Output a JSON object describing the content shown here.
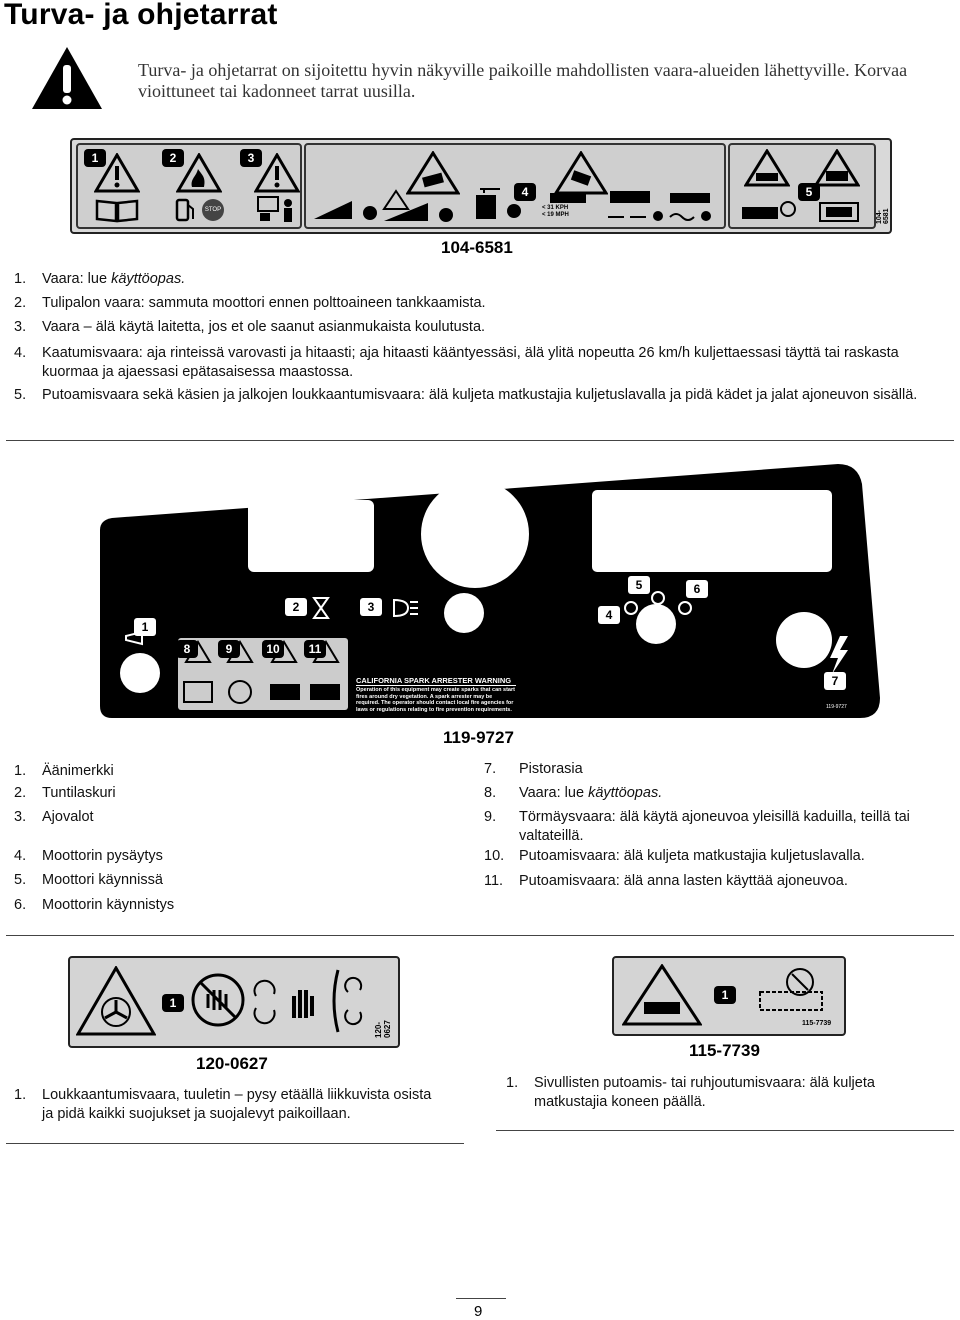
{
  "page_title": "Turva- ja ohjetarrat",
  "intro_text": "Turva- ja ohjetarrat on sijoitettu hyvin näkyville paikoille mahdollisten vaara-alueiden lähettyville. Korvaa vioittuneet tai kadonneet tarrat uusilla.",
  "decal1": {
    "code": "104-6581",
    "small_code": "104-6581",
    "speed_kph": "< 31 KPH",
    "speed_mph": "< 19 MPH",
    "badges": [
      "1",
      "2",
      "3",
      "4",
      "5"
    ],
    "stop_label": "STOP",
    "items": [
      {
        "num": "1.",
        "text": "Vaara: lue ",
        "em": "käyttöopas."
      },
      {
        "num": "2.",
        "text": "Tulipalon vaara: sammuta moottori ennen polttoaineen tankkaamista."
      },
      {
        "num": "3.",
        "text": "Vaara – älä käytä laitetta, jos et ole saanut asianmukaista koulutusta."
      },
      {
        "num": "4.",
        "text": "Kaatumisvaara: aja rinteissä varovasti ja hitaasti; aja hitaasti kääntyessäsi, älä ylitä nopeutta 26 km/h kuljettaessasi täyttä tai raskasta kuormaa ja ajaessasi epätasaisessa maastossa."
      },
      {
        "num": "5.",
        "text": "Putoamisvaara sekä käsien ja jalkojen loukkaantumisvaara: älä kuljeta matkustajia kuljetuslavalla ja pidä kädet ja jalat ajoneuvon sisällä."
      }
    ]
  },
  "decal2": {
    "code": "119-9727",
    "small_code": "119-9727",
    "badges": [
      "1",
      "2",
      "3",
      "4",
      "5",
      "6",
      "7",
      "8",
      "9",
      "10",
      "11"
    ],
    "spark_title": "CALIFORNIA SPARK ARRESTER WARNING",
    "spark_text": "Operation of this equipment may create sparks that can start fires around dry vegetation. A spark arrester may be required. The operator should contact local fire agencies for laws or regulations relating to fire prevention requirements.",
    "items_left": [
      {
        "num": "1.",
        "text": "Äänimerkki"
      },
      {
        "num": "2.",
        "text": "Tuntilaskuri"
      },
      {
        "num": "3.",
        "text": "Ajovalot"
      },
      {
        "num": "4.",
        "text": "Moottorin pysäytys"
      },
      {
        "num": "5.",
        "text": "Moottori käynnissä"
      },
      {
        "num": "6.",
        "text": "Moottorin käynnistys"
      }
    ],
    "items_right": [
      {
        "num": "7.",
        "text": "Pistorasia"
      },
      {
        "num": "8.",
        "text": "Vaara: lue ",
        "em": "käyttöopas."
      },
      {
        "num": "9.",
        "text": "Törmäysvaara: älä käytä ajoneuvoa yleisillä kaduilla, teillä tai valtateillä."
      },
      {
        "num": "10.",
        "text": "Putoamisvaara: älä kuljeta matkustajia kuljetuslavalla."
      },
      {
        "num": "11.",
        "text": "Putoamisvaara: älä anna lasten käyttää ajoneuvoa."
      }
    ]
  },
  "decal3": {
    "code": "120-0627",
    "small_code": "120-0627",
    "badge": "1",
    "item": {
      "num": "1.",
      "text": "Loukkaantumisvaara, tuuletin – pysy etäällä liikkuvista osista ja pidä kaikki suojukset ja suojalevyt paikoillaan."
    }
  },
  "decal4": {
    "code": "115-7739",
    "small_code": "115-7739",
    "badge": "1",
    "item": {
      "num": "1.",
      "text": "Sivullisten putoamis- tai ruhjoutumisvaara: älä kuljeta matkustajia koneen päällä."
    }
  },
  "page_number": "9"
}
